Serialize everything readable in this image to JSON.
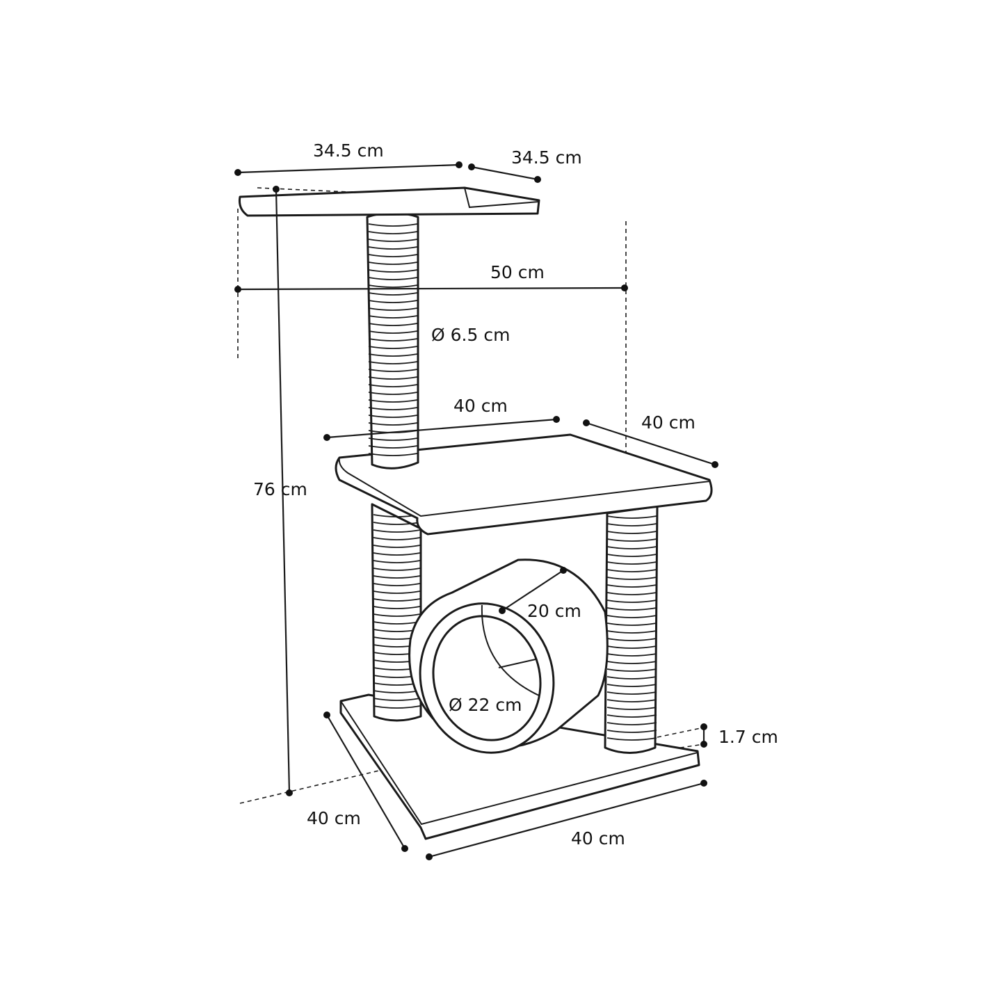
{
  "diagram": {
    "subject": "cat-scratching-tree",
    "labels": {
      "top_width": "34.5 cm",
      "top_depth": "34.5 cm",
      "total_width": "50 cm",
      "post_diameter": "Ø 6.5 cm",
      "middle_width": "40 cm",
      "middle_depth": "40 cm",
      "total_height": "76 cm",
      "tunnel_length": "20 cm",
      "tunnel_diameter": "Ø 22 cm",
      "base_thickness": "1.7 cm",
      "base_depth": "40 cm",
      "base_width": "40 cm"
    },
    "colors": {
      "line": "#1a1a1a",
      "fill": "#ffffff",
      "text": "#111111"
    }
  }
}
